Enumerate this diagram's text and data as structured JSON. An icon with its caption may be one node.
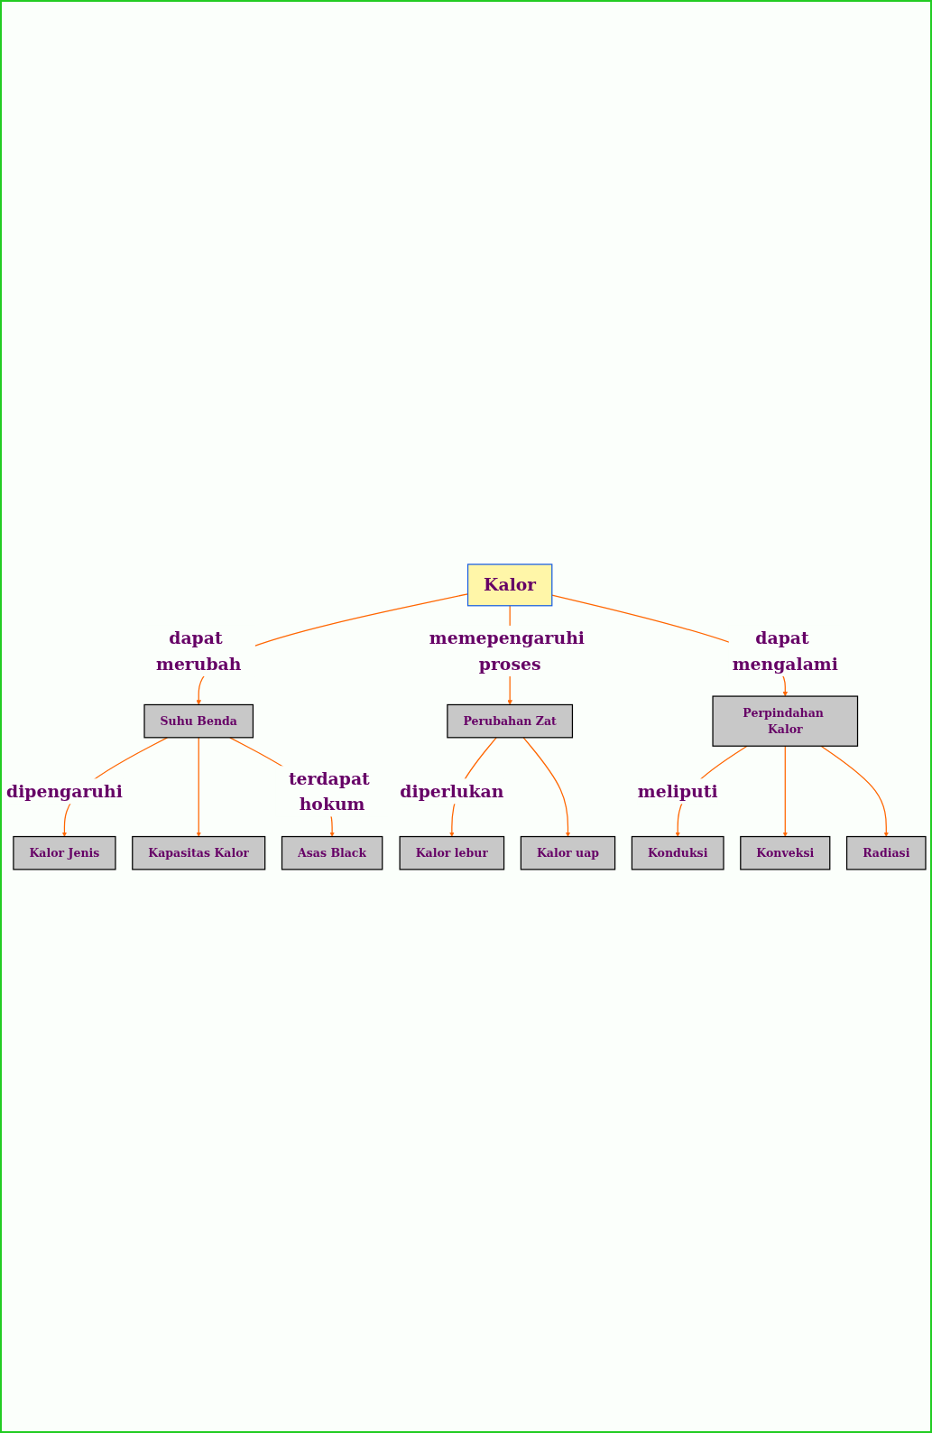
{
  "diagram": {
    "nodes": [
      {
        "text": [
          "Kalor"
        ]
      },
      {
        "text": [
          "Suhu Benda"
        ]
      },
      {
        "text": [
          "Perubahan Zat"
        ]
      },
      {
        "text": [
          "Perpindahan Kalor"
        ]
      },
      {
        "text": [
          "Kalor Jenis"
        ]
      },
      {
        "text": [
          "Kapasitas Kalor"
        ]
      },
      {
        "text": [
          "Asas Black"
        ]
      },
      {
        "text": [
          "Kalor lebur"
        ]
      },
      {
        "text": [
          "Kalor uap"
        ]
      },
      {
        "text": [
          "Konduksi"
        ]
      },
      {
        "text": [
          "Konveksi"
        ]
      },
      {
        "text": [
          "Radiasi"
        ]
      }
    ],
    "edges": [
      {
        "from": 0,
        "to": 1,
        "label": "dapat merubah",
        "arrow": "to"
      },
      {
        "from": 0,
        "to": 2,
        "label": "memepengaruhi proses",
        "arrow": "to"
      },
      {
        "from": 0,
        "to": 3,
        "label": "dapat mengalami",
        "arrow": "to"
      },
      {
        "from": 1,
        "to": 4,
        "label": "dipengaruhi",
        "arrow": "to"
      },
      {
        "from": 1,
        "to": 5,
        "arrow": "to"
      },
      {
        "from": 1,
        "to": 6,
        "label": "terdapat hokum",
        "arrow": "to"
      },
      {
        "from": 2,
        "to": 7,
        "label": "diperlukan",
        "arrow": "to"
      },
      {
        "from": 2,
        "to": 8,
        "arrow": "to"
      },
      {
        "from": 3,
        "to": 9,
        "label": "meliputi",
        "arrow": "to"
      },
      {
        "from": 3,
        "to": 10,
        "arrow": "to"
      },
      {
        "from": 3,
        "to": 11,
        "arrow": "to"
      }
    ]
  }
}
